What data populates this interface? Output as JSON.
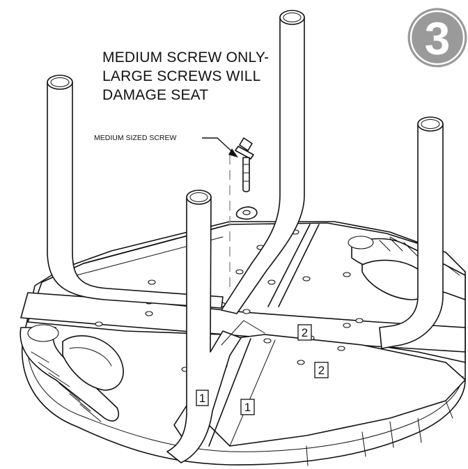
{
  "step": {
    "number": "3"
  },
  "warning": {
    "lines": [
      "MEDIUM SCREW ONLY-",
      "LARGE SCREWS WILL",
      "DAMAGE SEAT"
    ]
  },
  "callout": {
    "label": "MEDIUM SIZED SCREW"
  },
  "part_labels": {
    "leg_2": "2",
    "seat_2": "2",
    "leg_1": "1",
    "seat_1": "1"
  },
  "colors": {
    "step_badge": "#9a9a9a",
    "line": "#111111",
    "background": "#ffffff"
  }
}
